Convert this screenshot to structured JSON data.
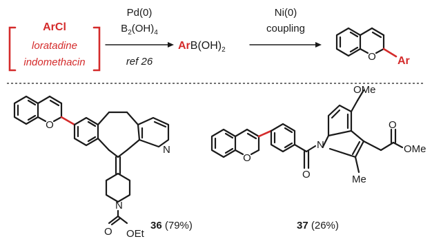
{
  "scheme": {
    "start_label": "ArCl",
    "substrate_1": "loratadine",
    "substrate_2": "indomethacin",
    "step1_reagent_1": "Pd(0)",
    "step1_reagent_2": "B",
    "step1_reagent_2_sub": "2",
    "step1_reagent_2_rest": "(OH)",
    "step1_reagent_2_sub2": "4",
    "step1_reference": "ref 26",
    "intermediate_ar": "Ar",
    "intermediate_rest": "B(OH)",
    "intermediate_sub": "2",
    "step2_reagent_1": "Ni(0)",
    "step2_reagent_2": "coupling",
    "product_ring_o": "O",
    "product_ar": "Ar"
  },
  "compounds": [
    {
      "number": "36",
      "yield": "(79%)",
      "atom_o": "O",
      "atom_n_pyridine": "N",
      "atom_n_piperidine": "N",
      "carbamate_o": "O",
      "carbamate_oet": "OEt"
    },
    {
      "number": "37",
      "yield": "(26%)",
      "atom_o": "O",
      "atom_n": "N",
      "methoxy": "OMe",
      "carbonyl_o": "O",
      "methyl": "Me",
      "ester_o": "O",
      "ester_ome": "OMe"
    }
  ],
  "colors": {
    "highlight": "#d42b2b",
    "ink": "#1a1a1a"
  }
}
